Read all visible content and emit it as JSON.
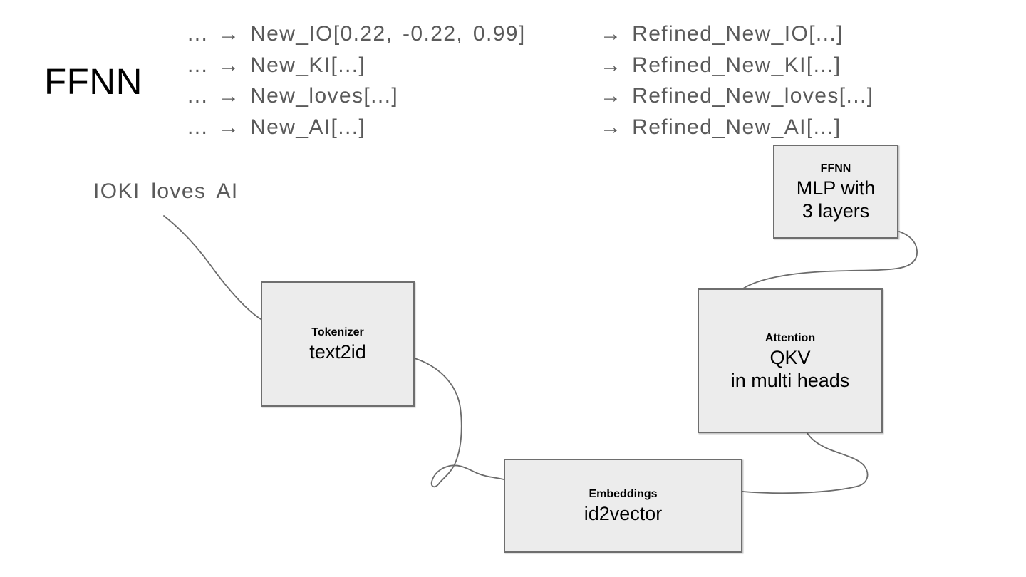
{
  "title": "FFNN",
  "input_text": "IOKI loves AI",
  "token_flow": {
    "input_tokens": [
      "... → New_IO[0.22, -0.22, 0.99]",
      "... → New_KI[...]",
      "... → New_loves[...]",
      "... → New_AI[...]"
    ],
    "refined_tokens": [
      "→ Refined_New_IO[...]",
      "→ Refined_New_KI[...]",
      "→ Refined_New_loves[...]",
      "→ Refined_New_AI[...]"
    ]
  },
  "nodes": {
    "tokenizer": {
      "label": "Tokenizer",
      "lines": [
        "text2id"
      ]
    },
    "embeddings": {
      "label": "Embeddings",
      "lines": [
        "id2vector"
      ]
    },
    "attention": {
      "label": "Attention",
      "lines": [
        "QKV",
        "in multi heads"
      ]
    },
    "ffnn": {
      "label": "FFNN",
      "lines": [
        "MLP with",
        "3 layers"
      ]
    }
  },
  "colors": {
    "node_fill": "#ececec",
    "node_border": "#6e6e6e",
    "connector": "#6b6b6b",
    "muted_text": "#5a5a5a",
    "text": "#000000"
  }
}
